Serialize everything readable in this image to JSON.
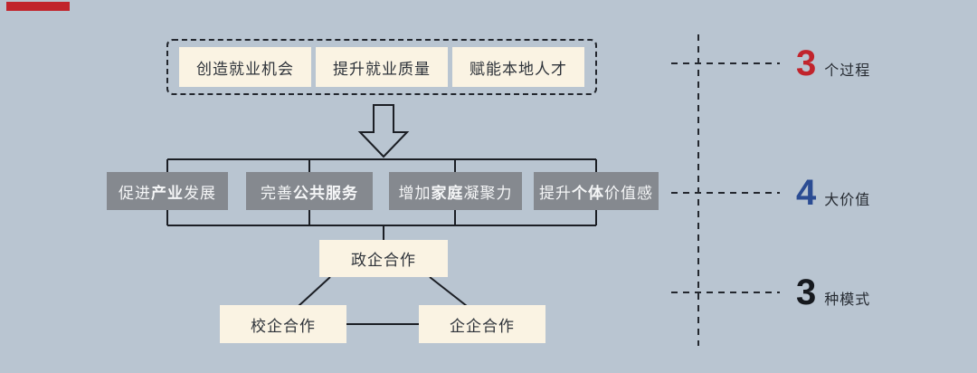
{
  "colors": {
    "background": "#b9c5d1",
    "accent_red": "#c1242c",
    "accent_blue": "#2b4c93",
    "dark_number": "#16191e",
    "node_cream": "#faf3e3",
    "node_gray": "#85898f",
    "line": "#1b1e24"
  },
  "processes": {
    "items": [
      "创造就业机会",
      "提升就业质量",
      "赋能本地人才"
    ]
  },
  "values": {
    "items": [
      {
        "parts": [
          {
            "t": "促进",
            "b": false
          },
          {
            "t": "产业",
            "b": true
          },
          {
            "t": "发展",
            "b": false
          }
        ]
      },
      {
        "parts": [
          {
            "t": "完善",
            "b": false
          },
          {
            "t": "公共服务",
            "b": true
          }
        ]
      },
      {
        "parts": [
          {
            "t": "增加",
            "b": false
          },
          {
            "t": "家庭",
            "b": true
          },
          {
            "t": "凝聚力",
            "b": false
          }
        ]
      },
      {
        "parts": [
          {
            "t": "提升",
            "b": false
          },
          {
            "t": "个体",
            "b": true
          },
          {
            "t": "价值感",
            "b": false
          }
        ]
      }
    ]
  },
  "models": {
    "top": "政企合作",
    "left": "校企合作",
    "right": "企企合作"
  },
  "annotations": [
    {
      "number": "3",
      "label": "个过程",
      "number_color": "#c1242c"
    },
    {
      "number": "4",
      "label": "大价值",
      "number_color": "#2b4c93"
    },
    {
      "number": "3",
      "label": "种模式",
      "number_color": "#16191e"
    }
  ]
}
